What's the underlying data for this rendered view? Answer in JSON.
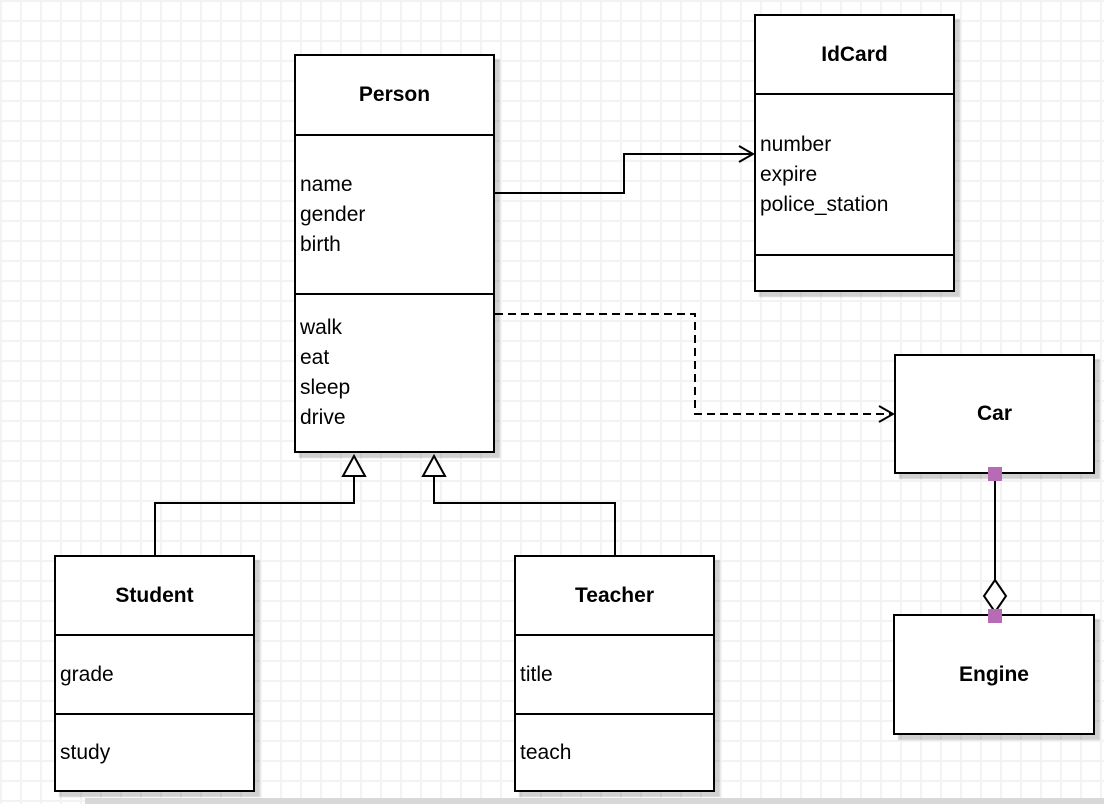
{
  "classes": {
    "person": {
      "title": "Person",
      "attributes": [
        "name",
        "gender",
        "birth"
      ],
      "methods": [
        "walk",
        "eat",
        "sleep",
        "drive"
      ]
    },
    "idcard": {
      "title": "IdCard",
      "attributes": [
        "number",
        "expire",
        "police_station"
      ],
      "methods": []
    },
    "car": {
      "title": "Car",
      "attributes": [],
      "methods": []
    },
    "engine": {
      "title": "Engine",
      "attributes": [],
      "methods": []
    },
    "student": {
      "title": "Student",
      "attributes": [
        "grade"
      ],
      "methods": [
        "study"
      ]
    },
    "teacher": {
      "title": "Teacher",
      "attributes": [
        "title"
      ],
      "methods": [
        "teach"
      ]
    }
  },
  "relationships": [
    {
      "from": "Person",
      "to": "IdCard",
      "type": "association",
      "line": "solid",
      "arrowhead": "open"
    },
    {
      "from": "Person",
      "to": "Car",
      "type": "dependency",
      "line": "dashed",
      "arrowhead": "open"
    },
    {
      "from": "Student",
      "to": "Person",
      "type": "generalization",
      "line": "solid",
      "arrowhead": "hollow-triangle"
    },
    {
      "from": "Teacher",
      "to": "Person",
      "type": "generalization",
      "line": "solid",
      "arrowhead": "hollow-triangle"
    },
    {
      "from": "Car",
      "to": "Engine",
      "type": "aggregation",
      "line": "solid",
      "arrowhead": "hollow-diamond"
    }
  ],
  "colors": {
    "box_fill": "#ffffff",
    "box_border": "#000000",
    "grid_line": "#f4f3f4",
    "shadow": "#c9c9c9",
    "endpoint_handle": "#b76bb4"
  }
}
